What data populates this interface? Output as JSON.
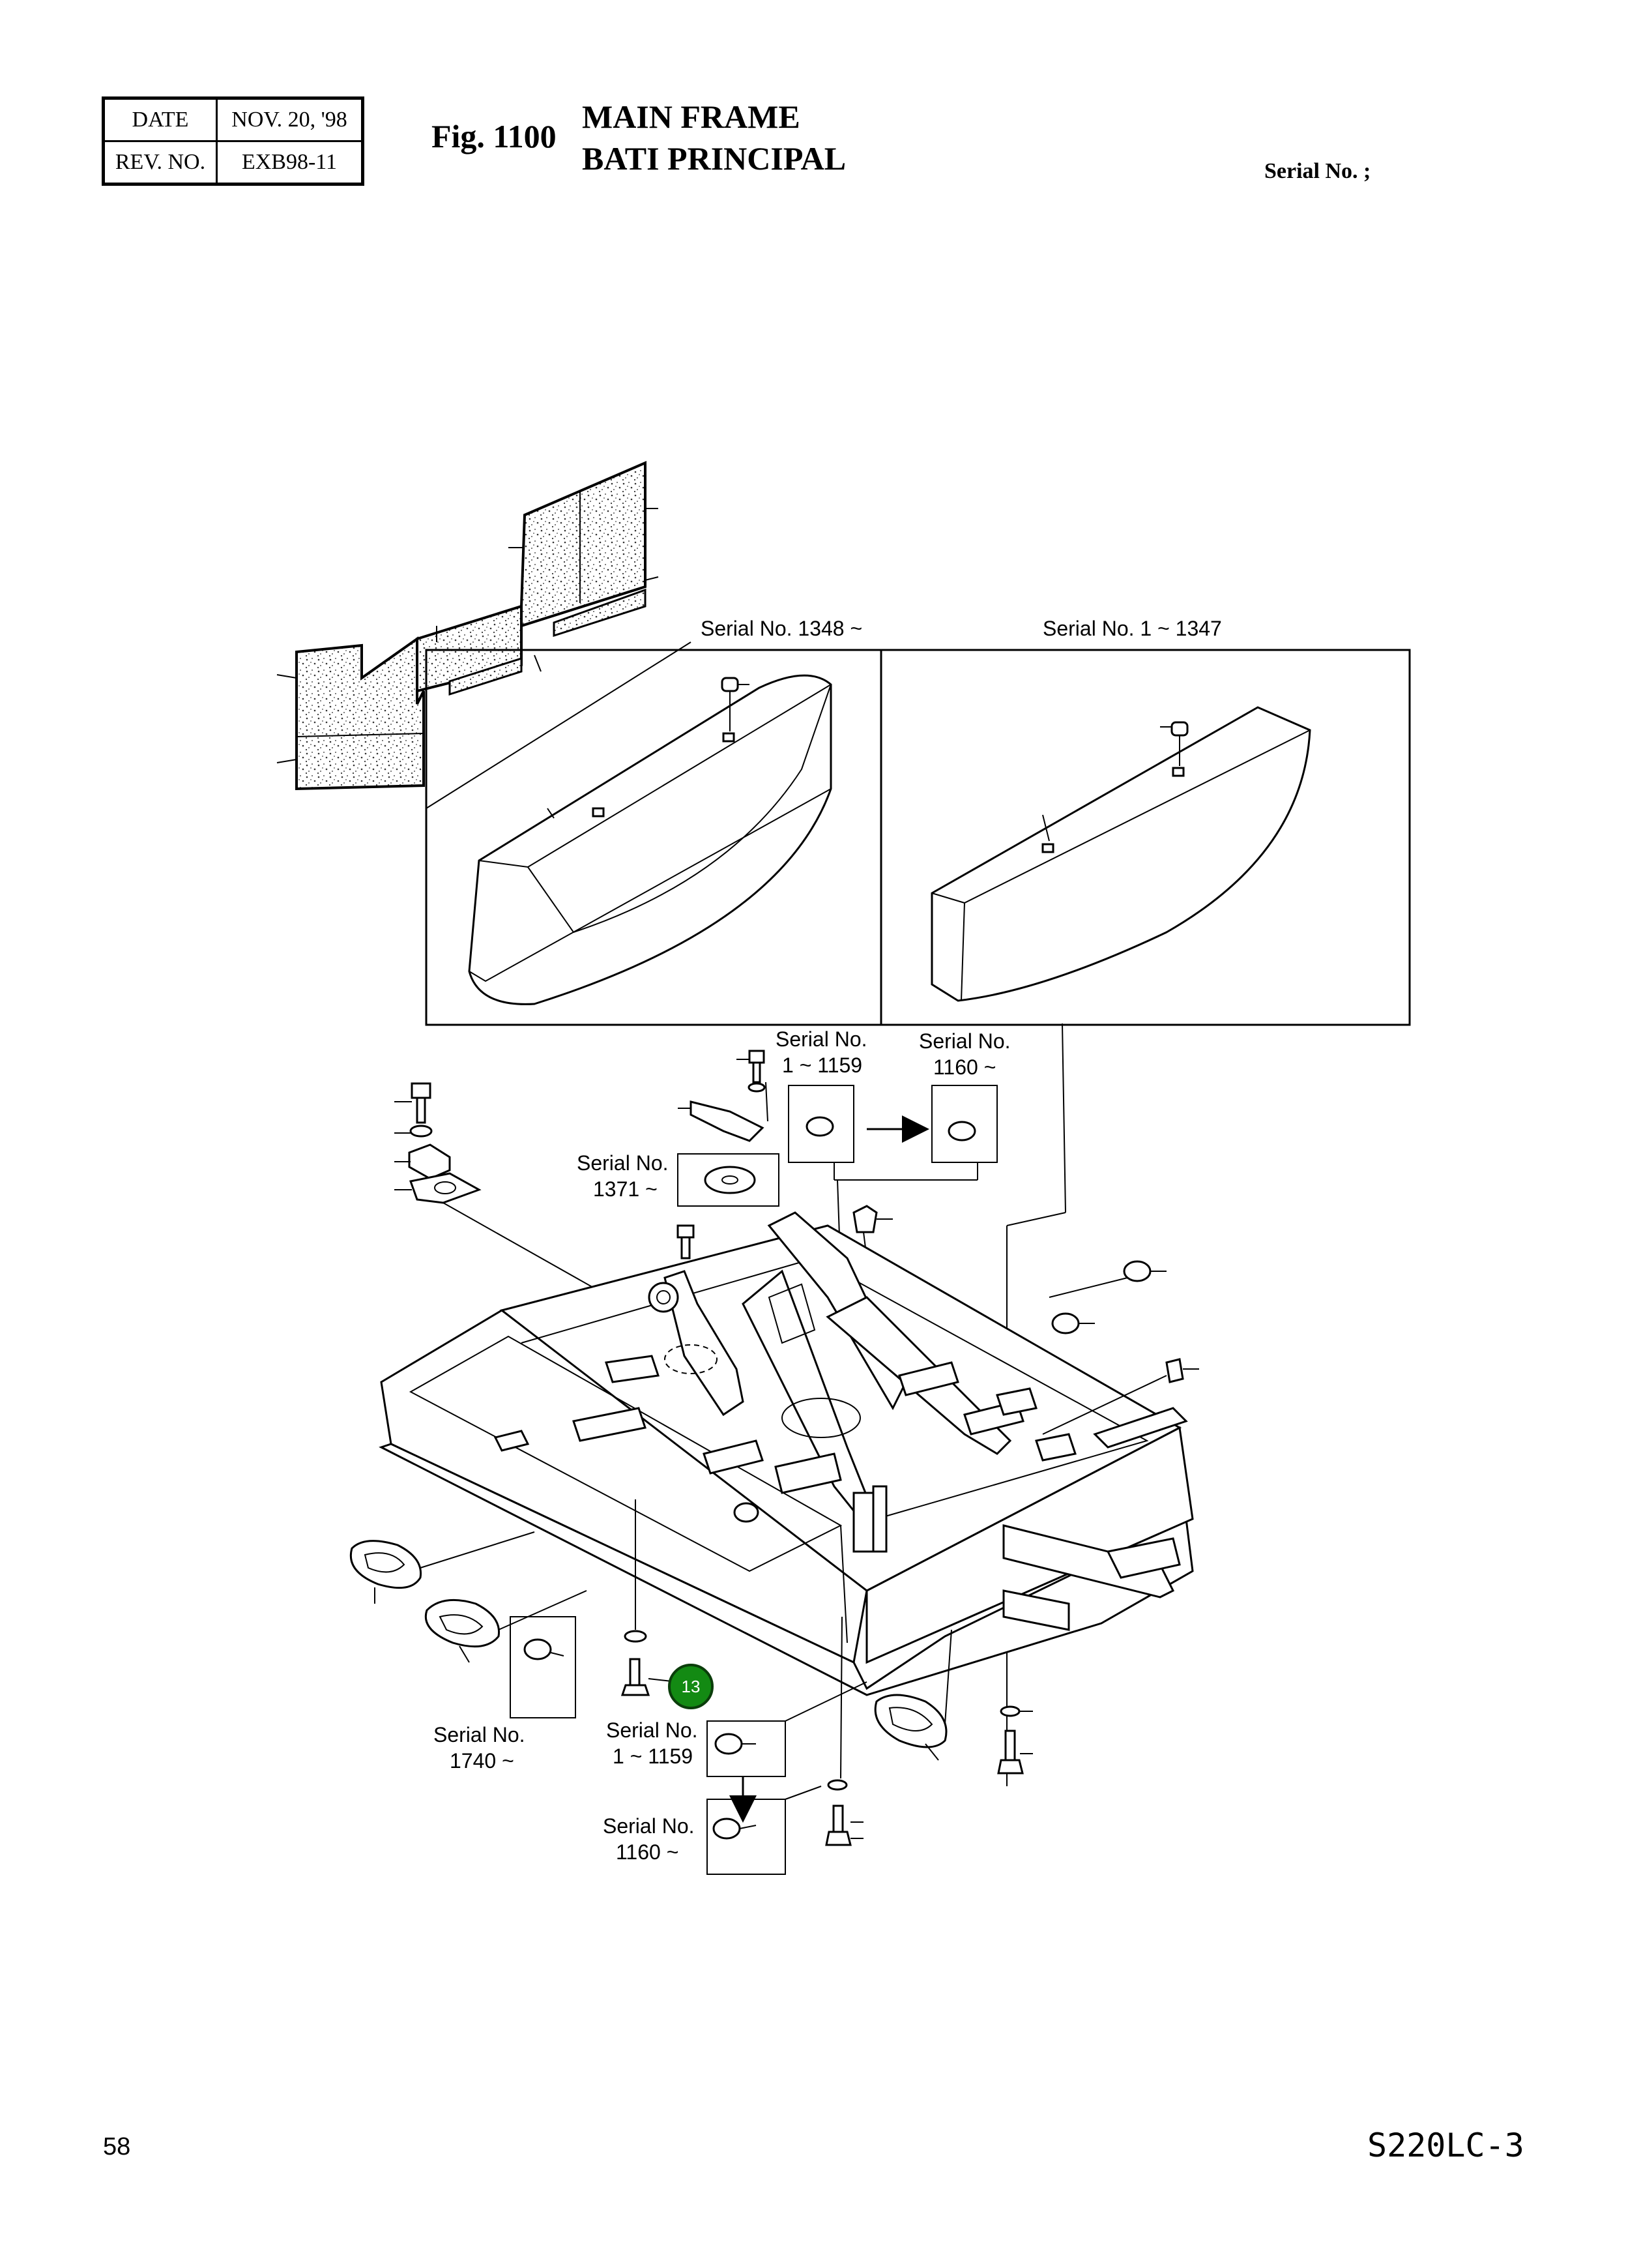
{
  "header": {
    "date_label": "DATE",
    "date_value": "NOV. 20, '98",
    "rev_label": "REV. NO.",
    "rev_value": "EXB98-11",
    "fig_number": "Fig. 1100",
    "title_en": "MAIN FRAME",
    "title_fr": "BATI PRINCIPAL",
    "serial_header": "Serial No. ;"
  },
  "diagram": {
    "counterweight_new_label": "Serial No. 1348 ~",
    "counterweight_old_label": "Serial No. 1 ~ 1347",
    "mount_old_line1": "Serial No.",
    "mount_old_line2": "1 ~ 1159",
    "mount_new_line1": "Serial No.",
    "mount_new_line2": "1160 ~",
    "washer_line1": "Serial No.",
    "washer_line2": "1371 ~",
    "bush_line1": "Serial No.",
    "bush_line2": "1740 ~",
    "lower_old_line1": "Serial No.",
    "lower_old_line2": "1 ~ 1159",
    "lower_new_line1": "Serial No.",
    "lower_new_line2": "1160 ~",
    "callout_number": "13",
    "callout_color": "#138a13"
  },
  "footer": {
    "page_number": "58",
    "model": "S220LC-3"
  }
}
